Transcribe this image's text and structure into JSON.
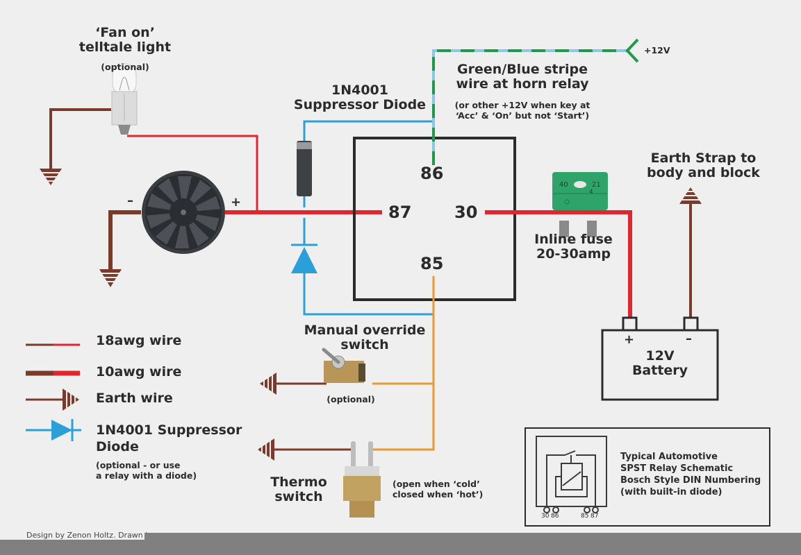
{
  "colors": {
    "background": "#efefef",
    "wire_10awg": "#e0262e",
    "wire_18awg": "#e0262e",
    "earth_wire": "#7a3b2a",
    "diode_wire": "#2a9fd8",
    "ignition_green": "#1f9a4a",
    "ignition_blue": "#8cc6e8",
    "switch_wire": "#e89a30",
    "outline": "#2b2b2b",
    "fuse_green": "#2ea36a"
  },
  "telltale": {
    "title_line1": "‘Fan on’",
    "title_line2": "telltale light",
    "note": "(optional)"
  },
  "diode_label": {
    "line1": "1N4001",
    "line2": "Suppressor Diode"
  },
  "ignition": {
    "title_line1": "Green/Blue stripe",
    "title_line2": "wire at horn relay",
    "note_line1": "(or other +12V when key at",
    "note_line2": "‘Acc’ & ‘On’ but not ‘Start’)",
    "supply_label": "+12V"
  },
  "relay": {
    "pin_86": "86",
    "pin_87": "87",
    "pin_30": "30",
    "pin_85": "85"
  },
  "fan": {
    "minus": "–",
    "plus": "+"
  },
  "fuse": {
    "line1": "Inline fuse",
    "line2": "20-30amp",
    "marking_left": "40",
    "marking_right": "21",
    "marking_sub": "4"
  },
  "earth_strap": {
    "line1": "Earth Strap to",
    "line2": "body and block"
  },
  "battery": {
    "plus": "+",
    "minus": "–",
    "line1": "12V",
    "line2": "Battery"
  },
  "manual_switch": {
    "line1": "Manual override",
    "line2": "switch",
    "note": "(optional)"
  },
  "thermo_switch": {
    "line1": "Thermo",
    "line2": "switch",
    "note_line1": "(open when ‘cold’",
    "note_line2": "closed when ‘hot’)"
  },
  "legend": {
    "items": [
      {
        "label": "18awg wire"
      },
      {
        "label": "10awg wire"
      },
      {
        "label": "Earth wire"
      },
      {
        "label": "1N4001 Suppressor"
      }
    ],
    "diode_line2": "Diode",
    "diode_note_line1": "(optional - or use",
    "diode_note_line2": "a relay with a diode)"
  },
  "inset": {
    "line1": "Typical Automotive",
    "line2": "SPST Relay Schematic",
    "line3": "Bosch Style DIN Numbering",
    "line4": "(with built-in diode)",
    "pins": [
      "30",
      "86",
      "85",
      "87"
    ]
  },
  "credit": "Design by Zenon Holtz. Drawn by"
}
